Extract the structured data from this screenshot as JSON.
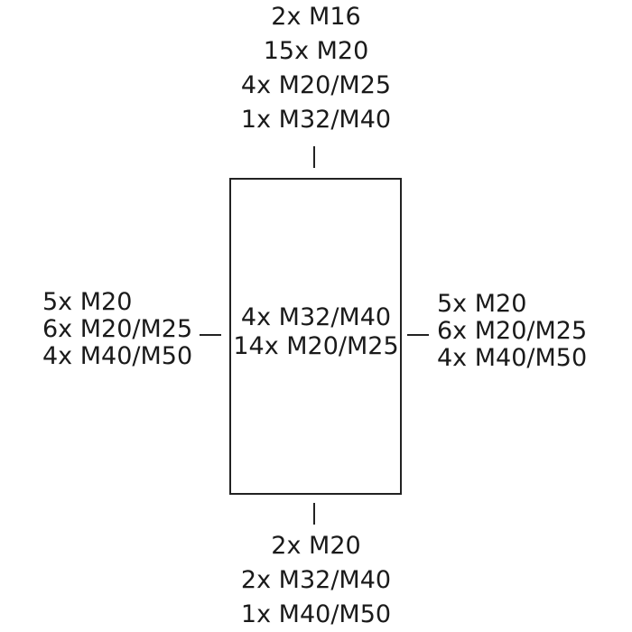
{
  "top": {
    "lines": [
      "2x M16",
      "15x M20",
      "4x M20/M25",
      "1x M32/M40"
    ]
  },
  "center": {
    "lines": [
      "4x M32/M40",
      "14x M20/M25"
    ]
  },
  "left": {
    "lines": [
      "5x M20",
      "6x M20/M25",
      "4x M40/M50"
    ]
  },
  "right": {
    "lines": [
      "5x M20",
      "6x M20/M25",
      "4x M40/M50"
    ]
  },
  "bottom": {
    "lines": [
      "2x M20",
      "2x M32/M40",
      "1x M40/M50"
    ]
  }
}
